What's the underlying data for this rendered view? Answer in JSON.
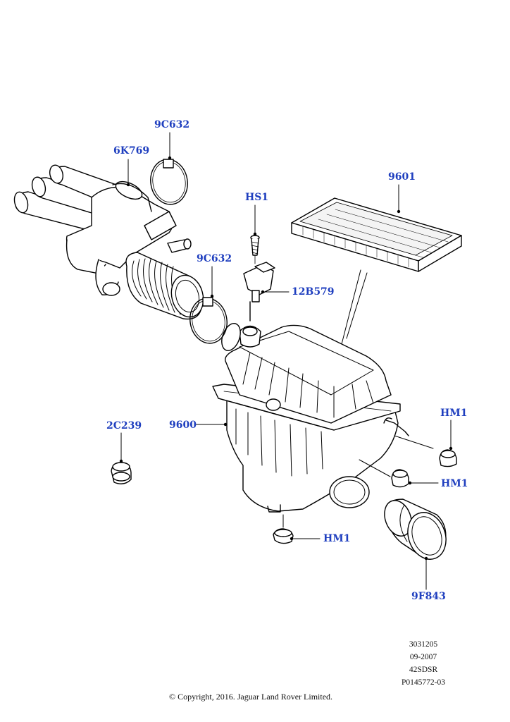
{
  "labels": {
    "p_9c632_top": "9C632",
    "p_6k769": "6K769",
    "p_9601": "9601",
    "p_hs1": "HS1",
    "p_9c632_mid": "9C632",
    "p_12b579": "12B579",
    "p_hm1_right": "HM1",
    "p_2c239": "2C239",
    "p_9600": "9600",
    "p_hm1_mid": "HM1",
    "p_hm1_bottom": "HM1",
    "p_9f843": "9F843"
  },
  "footer": {
    "code_line1": "3031205",
    "code_line2": "09-2007",
    "code_line3": "42SDSR",
    "code_line4": "P0145772-03",
    "copyright": "© Copyright, 2016. Jaguar Land Rover Limited."
  },
  "colors": {
    "label": "#1f3fbf",
    "line": "#000000"
  }
}
